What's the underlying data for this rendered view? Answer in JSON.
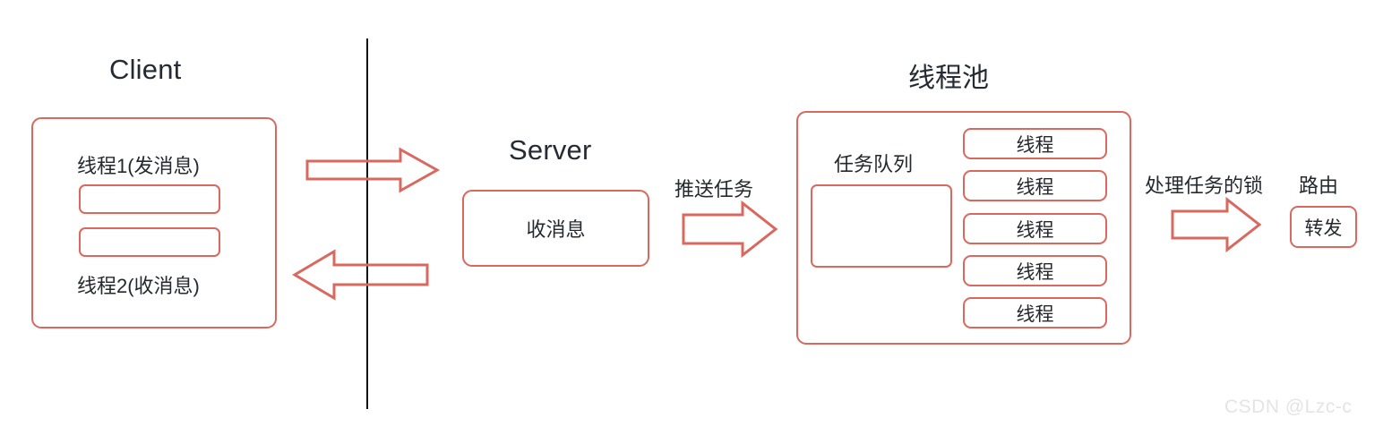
{
  "diagram": {
    "colors": {
      "stroke_red": "#d9685f",
      "text_dark": "#262a33",
      "divider_black": "#111216",
      "watermark_gray": "#e3e4e6",
      "background": "#ffffff"
    },
    "client": {
      "title": "Client",
      "thread1_label": "线程1(发消息)",
      "thread2_label": "线程2(收消息)",
      "slot1_text": "",
      "slot2_text": ""
    },
    "arrows": {
      "client_to_server_label": "",
      "server_to_client_label": "",
      "push_task_label": "推送任务",
      "lock_label": "处理任务的锁"
    },
    "server": {
      "title": "Server",
      "receive_box_label": "收消息"
    },
    "threadpool": {
      "title": "线程池",
      "queue_label": "任务队列",
      "queue_box_text": "",
      "threads": [
        {
          "label": "线程"
        },
        {
          "label": "线程"
        },
        {
          "label": "线程"
        },
        {
          "label": "线程"
        },
        {
          "label": "线程"
        }
      ]
    },
    "routing": {
      "label": "路由",
      "forward_box_label": "转发"
    },
    "watermark": "CSDN @Lzc-c"
  }
}
